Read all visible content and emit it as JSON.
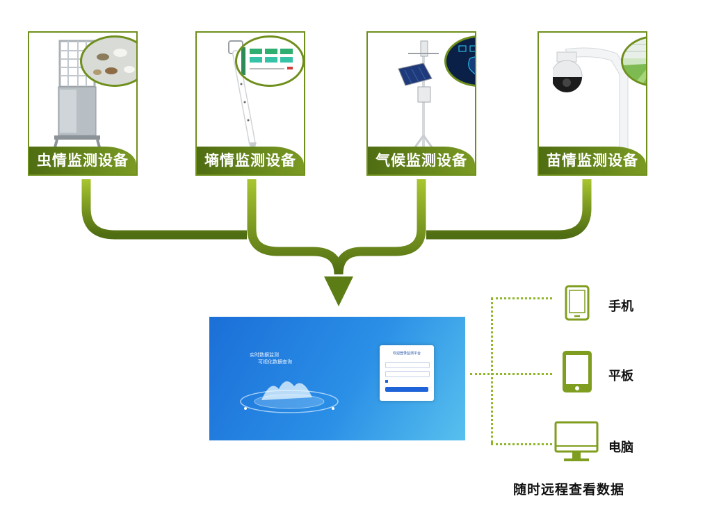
{
  "devices": [
    {
      "label": "虫情监测设备",
      "icon": "insect-trap-icon"
    },
    {
      "label": "墒情监测设备",
      "icon": "soil-sensor-icon"
    },
    {
      "label": "气候监测设备",
      "icon": "weather-station-icon"
    },
    {
      "label": "苗情监测设备",
      "icon": "dome-camera-icon"
    }
  ],
  "platform_screen": {
    "slogan_line1": "实时数据监测",
    "slogan_line2": "可视化数据查询",
    "login_title": "欢迎登录监测平台"
  },
  "access_devices": [
    {
      "label": "手机",
      "icon": "mobile-phone-icon"
    },
    {
      "label": "平板",
      "icon": "tablet-icon"
    },
    {
      "label": "电脑",
      "icon": "desktop-monitor-icon"
    }
  ],
  "caption": "随时远程查看数据",
  "colors": {
    "accent_green": "#6f8f1c",
    "pipe_light": "#a8c530",
    "pipe_dark": "#4f6d12",
    "screen_blue": "#1f7ee0"
  }
}
